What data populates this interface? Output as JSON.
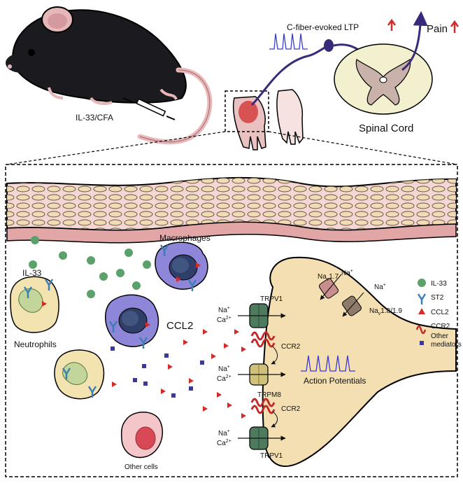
{
  "top": {
    "injection_label": "IL-33/CFA",
    "ltp_label": "C-fiber-evoked LTP",
    "pain_label": "Pain",
    "spinal_cord_label": "Spinal Cord"
  },
  "cells": {
    "macrophages": "Macrophages",
    "neutrophils": "Neutrophils",
    "other_cells": "Other cells",
    "il33": "IL-33",
    "ccl2": "CCL2"
  },
  "channels": {
    "trpv1_top": "TRPV1",
    "trpm8": "TRPM8",
    "trpv1_bottom": "TRPV1",
    "ccr2_top": "CCR2",
    "ccr2_bottom": "CCR2",
    "nav17": "Na",
    "nav17_sub": "v",
    "nav17_num": "1.7",
    "nav18": "Na",
    "nav18_sub": "v",
    "nav18_num": "1.8/1.9"
  },
  "ions": {
    "na": "Na",
    "plus": "+",
    "ca": "Ca",
    "ca_sup": "2+"
  },
  "action_potentials": "Action Potentials",
  "legend": {
    "items": [
      {
        "label": "IL-33",
        "icon": "green-circle"
      },
      {
        "label": "ST2",
        "icon": "blue-receptor"
      },
      {
        "label": "CCL2",
        "icon": "red-triangle"
      },
      {
        "label": "CCR2",
        "icon": "red-coil"
      },
      {
        "label": "Other mediators",
        "icon": "purple-square"
      }
    ],
    "colors": {
      "il33": "#5aa26a",
      "st2": "#3d7fb5",
      "ccl2": "#d42a2a",
      "ccr2": "#c22a2a",
      "other": "#3b3a9a"
    }
  }
}
